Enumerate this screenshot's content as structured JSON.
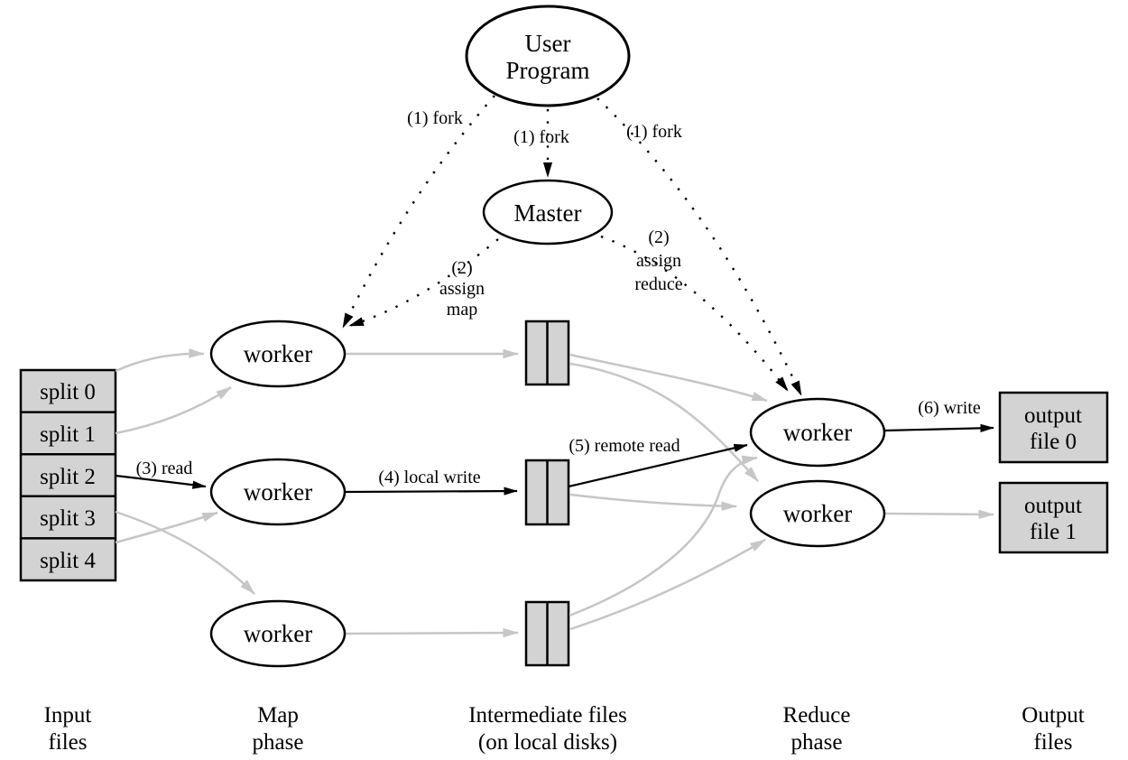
{
  "diagram_title": "MapReduce execution overview",
  "colors": {
    "background": "#ffffff",
    "box_fill": "#d3d3d3",
    "gray_edge": "#c6c6c6",
    "black": "#000000"
  },
  "nodes": {
    "user_program": {
      "line1": "User",
      "line2": "Program"
    },
    "master": {
      "label": "Master"
    },
    "map_workers": [
      {
        "label": "worker"
      },
      {
        "label": "worker"
      },
      {
        "label": "worker"
      }
    ],
    "reduce_workers": [
      {
        "label": "worker"
      },
      {
        "label": "worker"
      }
    ]
  },
  "splits": [
    "split 0",
    "split 1",
    "split 2",
    "split 3",
    "split 4"
  ],
  "outputs": [
    {
      "line1": "output",
      "line2": "file 0"
    },
    {
      "line1": "output",
      "line2": "file 1"
    }
  ],
  "edge_labels": {
    "fork_left": "(1) fork",
    "fork_middle": "(1) fork",
    "fork_right": "(1) fork",
    "assign_map": [
      "(2)",
      "assign",
      "map"
    ],
    "assign_reduce": [
      "(2)",
      "assign",
      "reduce"
    ],
    "read": "(3) read",
    "local_write": "(4) local write",
    "remote_read": "(5) remote read",
    "write": "(6) write"
  },
  "captions": [
    {
      "line1": "Input",
      "line2": "files"
    },
    {
      "line1": "Map",
      "line2": "phase"
    },
    {
      "line1": "Intermediate files",
      "line2": "(on local disks)"
    },
    {
      "line1": "Reduce",
      "line2": "phase"
    },
    {
      "line1": "Output",
      "line2": "files"
    }
  ]
}
